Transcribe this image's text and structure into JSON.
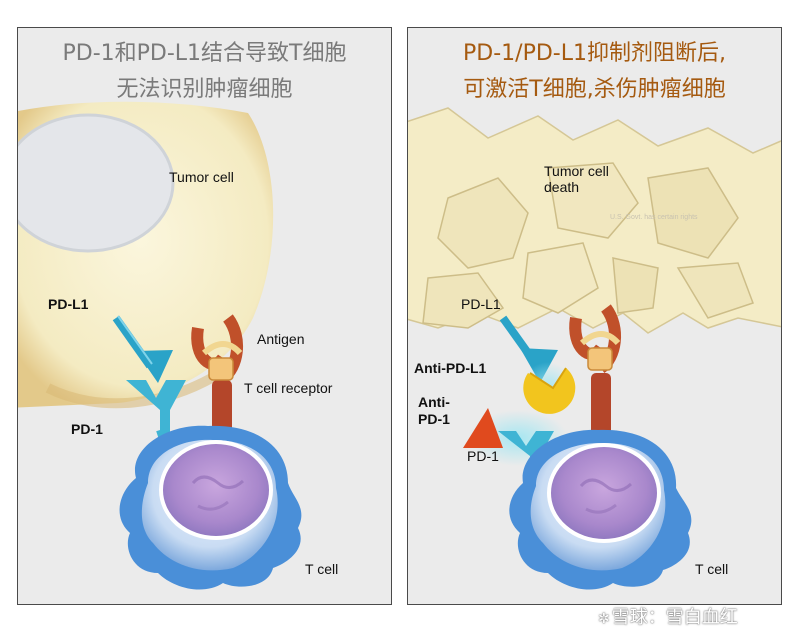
{
  "left_panel": {
    "title_line1": "PD-1和PD-L1结合导致T细胞",
    "title_line2": "无法识别肿瘤细胞",
    "labels": {
      "tumor_cell": "Tumor cell",
      "pd_l1": "PD-L1",
      "antigen": "Antigen",
      "t_cell_receptor": "T cell receptor",
      "pd_1": "PD-1",
      "t_cell": "T cell"
    }
  },
  "right_panel": {
    "title_line1": "PD-1/PD-L1抑制剂阻断后,",
    "title_line2": "可激活T细胞,杀伤肿瘤细胞",
    "labels": {
      "tumor_cell_death_line1": "Tumor cell",
      "tumor_cell_death_line2": "death",
      "pd_l1": "PD-L1",
      "anti_pd_l1": "Anti-PD-L1",
      "anti_pd_1_line1": "Anti-",
      "anti_pd_1_line2": "PD-1",
      "pd_1": "PD-1",
      "t_cell": "T cell"
    },
    "credit": "U.S. Govt. has certain rights"
  },
  "watermark": {
    "icon": "snowball-logo-icon",
    "text": "雪球：雪白血红"
  },
  "colors": {
    "tumor": "#f6efcc",
    "pd_l1": "#2aa3c8",
    "anti_pd_l1": "#f2c51e",
    "anti_pd_1": "#e04a1e",
    "tcr": "#c0502a",
    "t_cell": "#4a8fd8",
    "nucleus": "#b59ad6",
    "left_title": "#7a7a7a",
    "right_title": "#a55a10"
  }
}
